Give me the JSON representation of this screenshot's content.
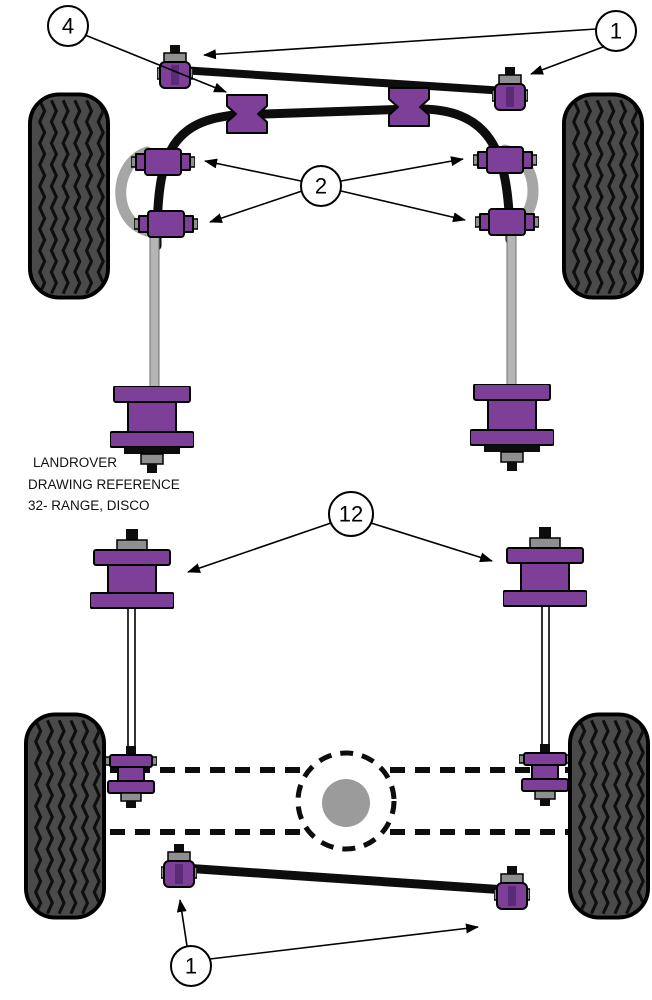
{
  "diagram": {
    "note": {
      "line1": "LANDROVER",
      "line2": "DRAWING REFERENCE",
      "line3": "32-  RANGE, DISCO"
    },
    "callouts": {
      "four": "4",
      "one_top": "1",
      "two": "2",
      "twelve": "12",
      "one_bottom": "1"
    },
    "colors": {
      "bushing": "#7d3f98",
      "bushing-dark": "#5c2b77",
      "nut": "#8f8f8f",
      "metal": "#a6a6a6",
      "line": "#0d0d0d",
      "tire": "#4a4a4a"
    }
  }
}
